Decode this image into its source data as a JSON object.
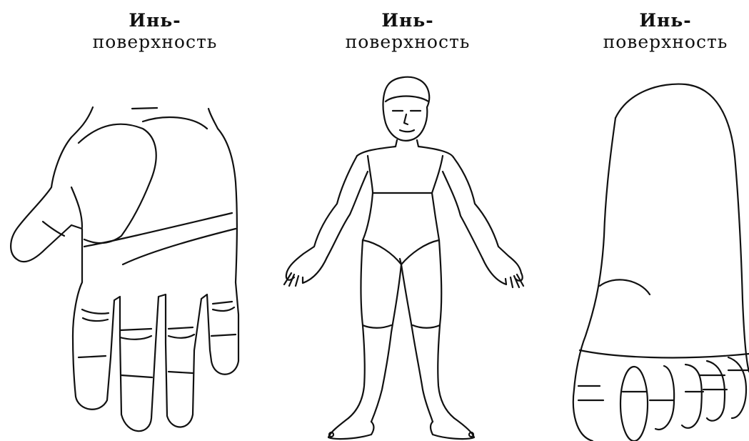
{
  "panels": [
    {
      "title_line1": "Инь-",
      "title_line2": "поверхность",
      "figure_icon": "palm-of-hand"
    },
    {
      "title_line1": "Инь-",
      "title_line2": "поверхность",
      "figure_icon": "human-body-front"
    },
    {
      "title_line1": "Инь-",
      "title_line2": "поверхность",
      "figure_icon": "sole-of-foot"
    }
  ]
}
